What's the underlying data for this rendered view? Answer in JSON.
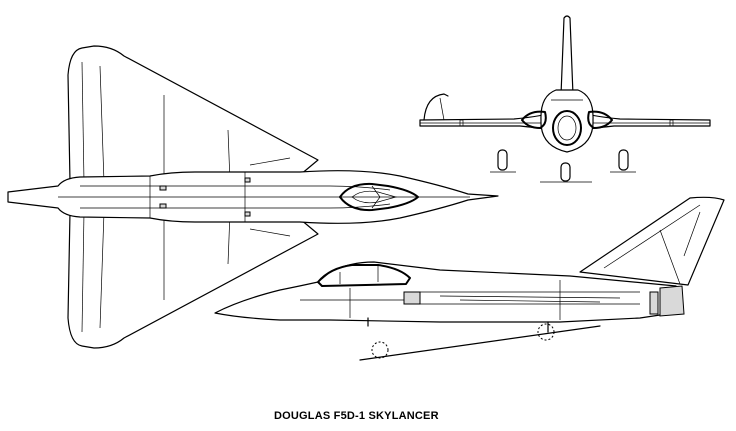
{
  "caption": "DOUGLAS F5D-1 SKYLANCER",
  "colors": {
    "line": "#000000",
    "background": "#ffffff",
    "shade": "#d9d9d9"
  },
  "views": [
    "plan-view",
    "front-view",
    "side-view"
  ]
}
